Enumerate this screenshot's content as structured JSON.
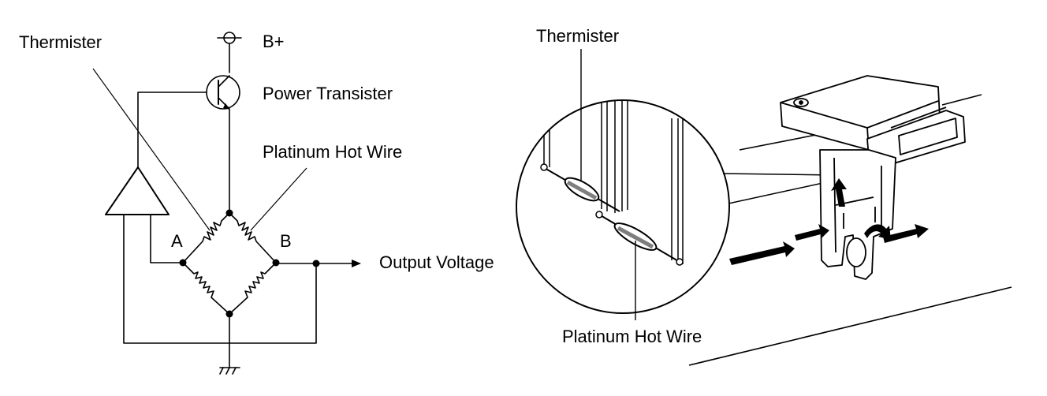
{
  "circuit": {
    "thermister_label": "Thermister",
    "supply_label": "B+",
    "transistor_label": "Power Transister",
    "hot_wire_label": "Platinum Hot Wire",
    "node_a": "A",
    "node_b": "B",
    "output_label": "Output Voltage"
  },
  "sensor": {
    "thermister_label": "Thermister",
    "hot_wire_label": "Platinum Hot Wire"
  }
}
